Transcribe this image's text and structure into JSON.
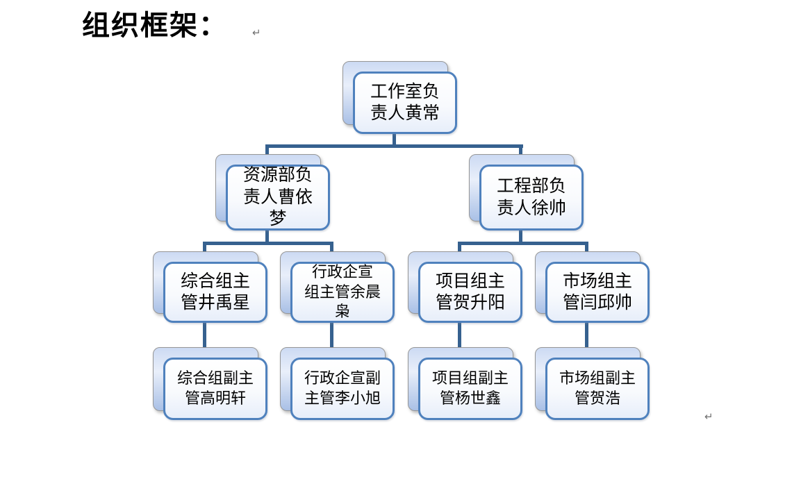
{
  "page": {
    "title": "组织框架：",
    "paragraph_mark": "↵"
  },
  "org_chart": {
    "type": "org-hierarchy",
    "colors": {
      "node_border": "#4f81bd",
      "node_fill_top": "#ffffff",
      "node_fill_bottom": "#e7eefa",
      "shadow_fill_top": "#ccdaf3",
      "shadow_fill_bottom": "#a9c0e6",
      "connector": "#36618f",
      "text": "#000000"
    },
    "nodes": [
      {
        "id": "studio_head",
        "level": 1,
        "parent": null,
        "text": "工作室负责人黄常",
        "label": "工作室负\n责人黄常"
      },
      {
        "id": "resources_head",
        "level": 2,
        "parent": "studio_head",
        "text": "资源部负责人曹依梦",
        "label": "资源部负\n责人曹依\n梦"
      },
      {
        "id": "engineering_head",
        "level": 2,
        "parent": "studio_head",
        "text": "工程部负责人徐帅",
        "label": "工程部负\n责人徐帅"
      },
      {
        "id": "general_lead",
        "level": 3,
        "parent": "resources_head",
        "text": "综合组主管井禹星",
        "label": "综合组主\n管井禹星"
      },
      {
        "id": "admin_pr_lead",
        "level": 3,
        "parent": "resources_head",
        "text": "行政企宣组主管余晨枭",
        "label": "行政企宣\n组主管余晨\n枭"
      },
      {
        "id": "project_lead",
        "level": 3,
        "parent": "engineering_head",
        "text": "项目组主管贺升阳",
        "label": "项目组主\n管贺升阳"
      },
      {
        "id": "market_lead",
        "level": 3,
        "parent": "engineering_head",
        "text": "市场组主管闫邱帅",
        "label": "市场组主\n管闫邱帅"
      },
      {
        "id": "general_deputy",
        "level": 4,
        "parent": "general_lead",
        "text": "综合组副主管高明轩",
        "label": "综合组副主\n管高明轩"
      },
      {
        "id": "admin_pr_deputy",
        "level": 4,
        "parent": "admin_pr_lead",
        "text": "行政企宣副主管李小旭",
        "label": "行政企宣副\n主管李小旭"
      },
      {
        "id": "project_deputy",
        "level": 4,
        "parent": "project_lead",
        "text": "项目组副主管杨世鑫",
        "label": "项目组副主\n管杨世鑫"
      },
      {
        "id": "market_deputy",
        "level": 4,
        "parent": "market_lead",
        "text": "市场组副主管贺浩",
        "label": "市场组副主\n管贺浩"
      }
    ],
    "edges": [
      [
        "studio_head",
        "resources_head"
      ],
      [
        "studio_head",
        "engineering_head"
      ],
      [
        "resources_head",
        "general_lead"
      ],
      [
        "resources_head",
        "admin_pr_lead"
      ],
      [
        "engineering_head",
        "project_lead"
      ],
      [
        "engineering_head",
        "market_lead"
      ],
      [
        "general_lead",
        "general_deputy"
      ],
      [
        "admin_pr_lead",
        "admin_pr_deputy"
      ],
      [
        "project_lead",
        "project_deputy"
      ],
      [
        "market_lead",
        "market_deputy"
      ]
    ]
  }
}
